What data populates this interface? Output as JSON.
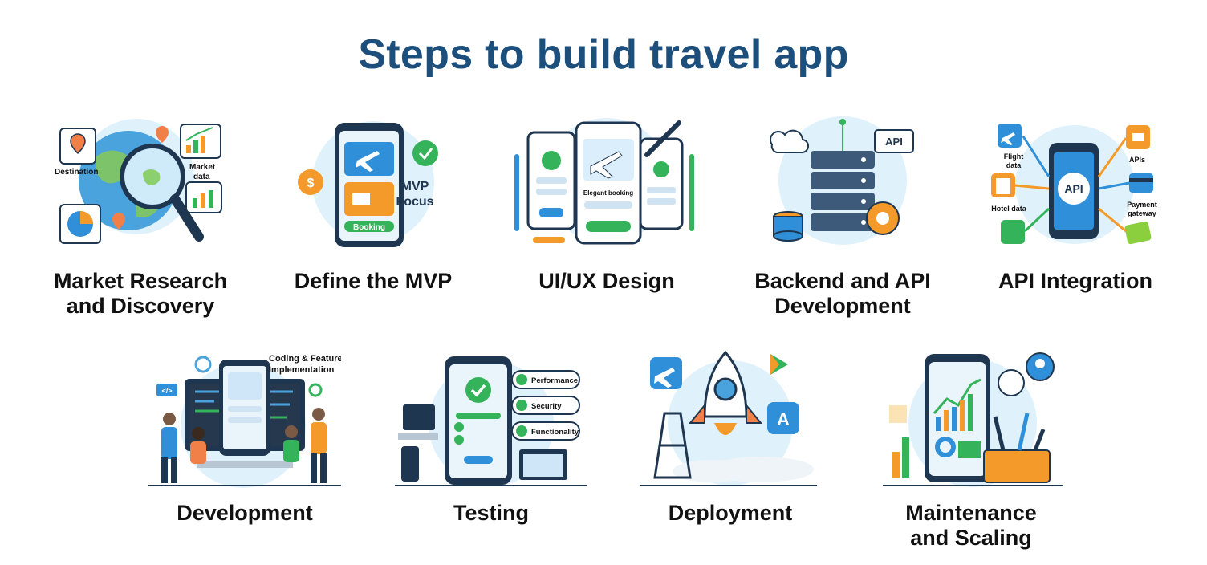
{
  "title": "Steps to build travel app",
  "steps": [
    {
      "label_lines": [
        "Market Research",
        "and Discovery"
      ],
      "annotations": {
        "destination": "Destination",
        "market_data_1": "Market",
        "market_data_2": "data"
      }
    },
    {
      "label_lines": [
        "Define the MVP"
      ],
      "annotations": {
        "mvp_1": "MVP",
        "mvp_2": "Focus",
        "booking": "Booking"
      }
    },
    {
      "label_lines": [
        "UI/UX Design"
      ],
      "annotations": {
        "elegant_booking": "Elegant booking"
      }
    },
    {
      "label_lines": [
        "Backend and API",
        "Development"
      ],
      "annotations": {
        "api": "API"
      }
    },
    {
      "label_lines": [
        "API Integration"
      ],
      "annotations": {
        "api": "API",
        "flight_1": "Flight",
        "flight_2": "data",
        "apis": "APIs",
        "hotel": "Hotel data",
        "payment_1": "Payment",
        "payment_2": "gateway"
      }
    },
    {
      "label_lines": [
        "Development"
      ],
      "annotations": {
        "coding_1": "Coding & Feature",
        "coding_2": "Implementation",
        "code_tag": "</>"
      }
    },
    {
      "label_lines": [
        "Testing"
      ],
      "annotations": {
        "performance": "Performance",
        "security": "Security",
        "functionality": "Functionality"
      }
    },
    {
      "label_lines": [
        "Deployment"
      ],
      "annotations": {}
    },
    {
      "label_lines": [
        "Maintenance",
        "and Scaling"
      ],
      "annotations": {}
    }
  ],
  "colors": {
    "title": "#1d4f7d",
    "accent_blue": "#2f8fd8",
    "accent_orange": "#f39a2a",
    "accent_green": "#35b35a",
    "navy": "#1f3650"
  }
}
